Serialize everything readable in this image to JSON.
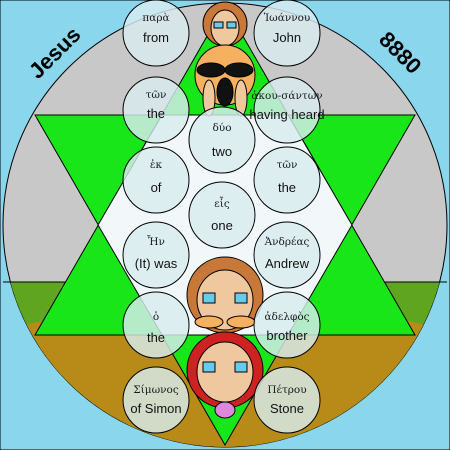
{
  "corner_labels": {
    "left": "Jesus",
    "right": "8880"
  },
  "colors": {
    "background": "#8ad6ec",
    "big_circle": "#c8c8c8",
    "star": "#19e619",
    "ground_green": "#5fa51f",
    "ground_brown": "#b88a18",
    "word_circle": "#d8ecef",
    "face_skin": "#f0c8a0",
    "face_hair": "#c87838",
    "outline": "#000000"
  },
  "words": [
    {
      "greek": "παρὰ",
      "english": "from"
    },
    {
      "greek": "Ἰωάννου",
      "english": "John"
    },
    {
      "greek": "τῶν",
      "english": "the"
    },
    {
      "greek": "ἀκου-σάντων",
      "english": "having heard"
    },
    {
      "greek": "δύο",
      "english": "two"
    },
    {
      "greek": "ἐκ",
      "english": "of"
    },
    {
      "greek": "τῶν",
      "english": "the"
    },
    {
      "greek": "εἷς",
      "english": "one"
    },
    {
      "greek": "Ἦν",
      "english": "(It) was"
    },
    {
      "greek": "Ἀνδρέας",
      "english": "Andrew"
    },
    {
      "greek": "ὁ",
      "english": "the"
    },
    {
      "greek": "ἀδελφὸς",
      "english": "brother"
    },
    {
      "greek": "Σίμωνος",
      "english": "of Simon"
    },
    {
      "greek": "Πέτρου",
      "english": "Stone"
    }
  ]
}
